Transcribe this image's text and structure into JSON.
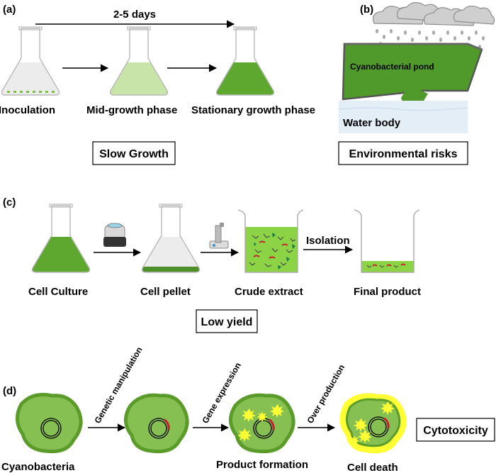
{
  "panels": {
    "a": {
      "label": "(a)",
      "duration": "2-5 days",
      "stages": [
        "Inoculation",
        "Mid-growth phase",
        "Stationary growth phase"
      ],
      "box": "Slow Growth"
    },
    "b": {
      "label": "(b)",
      "pond": "Cyanobacterial pond",
      "water": "Water body",
      "box": "Environmental risks"
    },
    "c": {
      "label": "(c)",
      "stages": [
        "Cell Culture",
        "Cell pellet",
        "Crude extract",
        "Final product"
      ],
      "arrow_label": "Isolation",
      "box": "Low yield"
    },
    "d": {
      "label": "(d)",
      "steps": [
        "Genetic manipulation",
        "Gene expression",
        "Over production"
      ],
      "stages": [
        "Cyanobacteria",
        "Product formation",
        "Cell death"
      ],
      "box": "Cytotoxicity"
    }
  },
  "colors": {
    "green_dark": "#5b9b2a",
    "green_mid": "#86c052",
    "green_light": "#c8e4a8",
    "green_bright": "#7fd63b",
    "yellow": "#ffff33",
    "red": "#c0262d",
    "water": "#e4eef7"
  }
}
